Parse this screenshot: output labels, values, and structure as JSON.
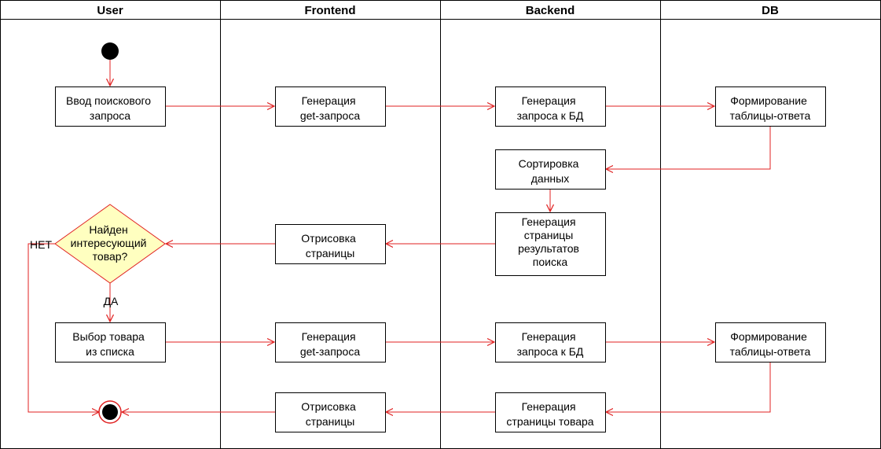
{
  "lanes": [
    {
      "id": "user",
      "title": "User"
    },
    {
      "id": "frontend",
      "title": "Frontend"
    },
    {
      "id": "backend",
      "title": "Backend"
    },
    {
      "id": "db",
      "title": "DB"
    }
  ],
  "nodes": [
    {
      "id": "input-query",
      "lines": [
        "Ввод поискового",
        "запроса"
      ]
    },
    {
      "id": "gen-get-1",
      "lines": [
        "Генерация",
        "get-запроса"
      ]
    },
    {
      "id": "gen-db-query-1",
      "lines": [
        "Генерация",
        "запроса к БД"
      ]
    },
    {
      "id": "form-table-1",
      "lines": [
        "Формирование",
        "таблицы-ответа"
      ]
    },
    {
      "id": "sort-data",
      "lines": [
        "Сортировка",
        "данных"
      ]
    },
    {
      "id": "gen-results-page",
      "lines": [
        "Генерация",
        "страницы",
        "результатов",
        "поиска"
      ]
    },
    {
      "id": "render-page-1",
      "lines": [
        "Отрисовка",
        "страницы"
      ]
    },
    {
      "id": "decision-found",
      "lines": [
        "Найден",
        "интересующий",
        "товар?"
      ]
    },
    {
      "id": "select-item",
      "lines": [
        "Выбор товара",
        "из списка"
      ]
    },
    {
      "id": "gen-get-2",
      "lines": [
        "Генерация",
        "get-запроса"
      ]
    },
    {
      "id": "gen-db-query-2",
      "lines": [
        "Генерация",
        "запроса к БД"
      ]
    },
    {
      "id": "form-table-2",
      "lines": [
        "Формирование",
        "таблицы-ответа"
      ]
    },
    {
      "id": "gen-product-page",
      "lines": [
        "Генерация",
        "страницы товара"
      ]
    },
    {
      "id": "render-page-2",
      "lines": [
        "Отрисовка",
        "страницы"
      ]
    }
  ],
  "edge_labels": {
    "no": "НЕТ",
    "yes": "ДА"
  },
  "colors": {
    "arrow": "#e02020",
    "decision_fill": "#ffffc0",
    "decision_stroke": "#e02020",
    "box_stroke": "#000000",
    "box_fill": "#ffffff",
    "start": "#000000",
    "end_ring": "#e02020"
  }
}
